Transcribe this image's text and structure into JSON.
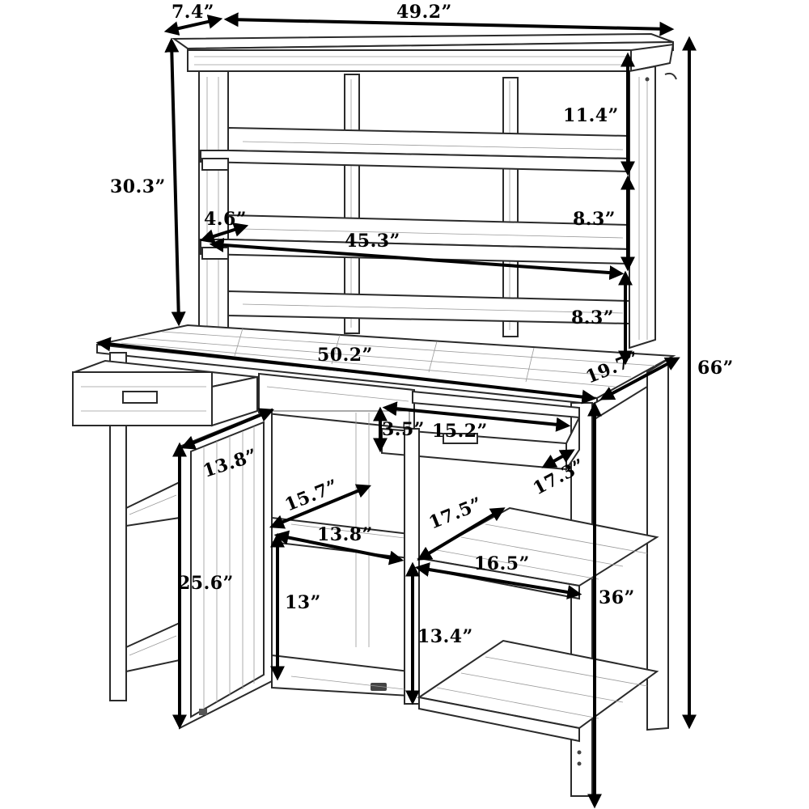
{
  "dimensions": {
    "top_depth": "7.4”",
    "top_width": "49.2”",
    "hutch_height": "30.3”",
    "shelf_gap_top": "11.4”",
    "shelf_gap_mid": "8.3”",
    "shelf_gap_low": "8.3”",
    "shelf_depth": "4.6”",
    "shelf_width": "45.3”",
    "overall_height": "66”",
    "tabletop_width": "50.2”",
    "tabletop_depth": "19.7”",
    "drawer_height": "3.5”",
    "drawer_width": "15.2”",
    "drawer_depth": "17.3”",
    "door_width": "13.8”",
    "door_height": "25.6”",
    "cabinet_depth": "15.7”",
    "cabinet_inner_width": "13.8”",
    "cabinet_inner_height": "13”",
    "side_shelf_depth": "17.5”",
    "side_shelf_width": "16.5”",
    "side_shelf_height": "13.4”",
    "table_height": "36”"
  }
}
